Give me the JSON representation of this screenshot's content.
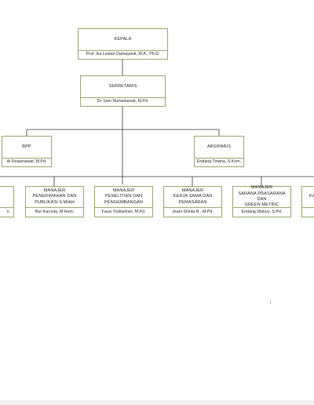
{
  "org": {
    "kepala": {
      "title": "KEPALA",
      "name": "Prof. Ika Lestari Damayanti, M.A., Ph.D."
    },
    "sekretaris": {
      "title": "SEKRETARIS",
      "name": "Dr. Iyen Nurlaelawati, M.Pd."
    },
    "bpp": {
      "title": "BPP",
      "name": "Ai Rospirawati, M.Pd."
    },
    "arsiparis": {
      "title": "ARSIPARIS",
      "name": "Endang Tirtana, S.Kom."
    },
    "left_partial": {
      "name": "n."
    },
    "manajer_penerimaan": {
      "title_lines": [
        "MANAJER",
        "PENERIMAHAN DAN",
        "PUBLIKASI ILMIAH"
      ],
      "name": "Nur Karunia, M.Hum."
    },
    "manajer_penelitian": {
      "title_lines": [
        "MANAJER",
        "PENELITIAN DAN",
        "PENGEMBANGAN"
      ],
      "name": "Fauzi Yudiashari, M.Pd."
    },
    "manajer_kerjasama": {
      "title_lines": [
        "MANAJER",
        "KERJA SAMA DAN",
        "PEMASARAN"
      ],
      "name": "Jeani Shinta R., M.Pd."
    },
    "manajer_sarana": {
      "title_lines": [
        "MANAJER",
        "SARANA PRASARANA DAN",
        "GREEN METRIC"
      ],
      "name": "Endang Wahyu, S.Pd."
    },
    "right_partial": {
      "title": "KA"
    }
  },
  "colors": {
    "border": "#9aab6f",
    "connector": "#3a3a3a"
  }
}
